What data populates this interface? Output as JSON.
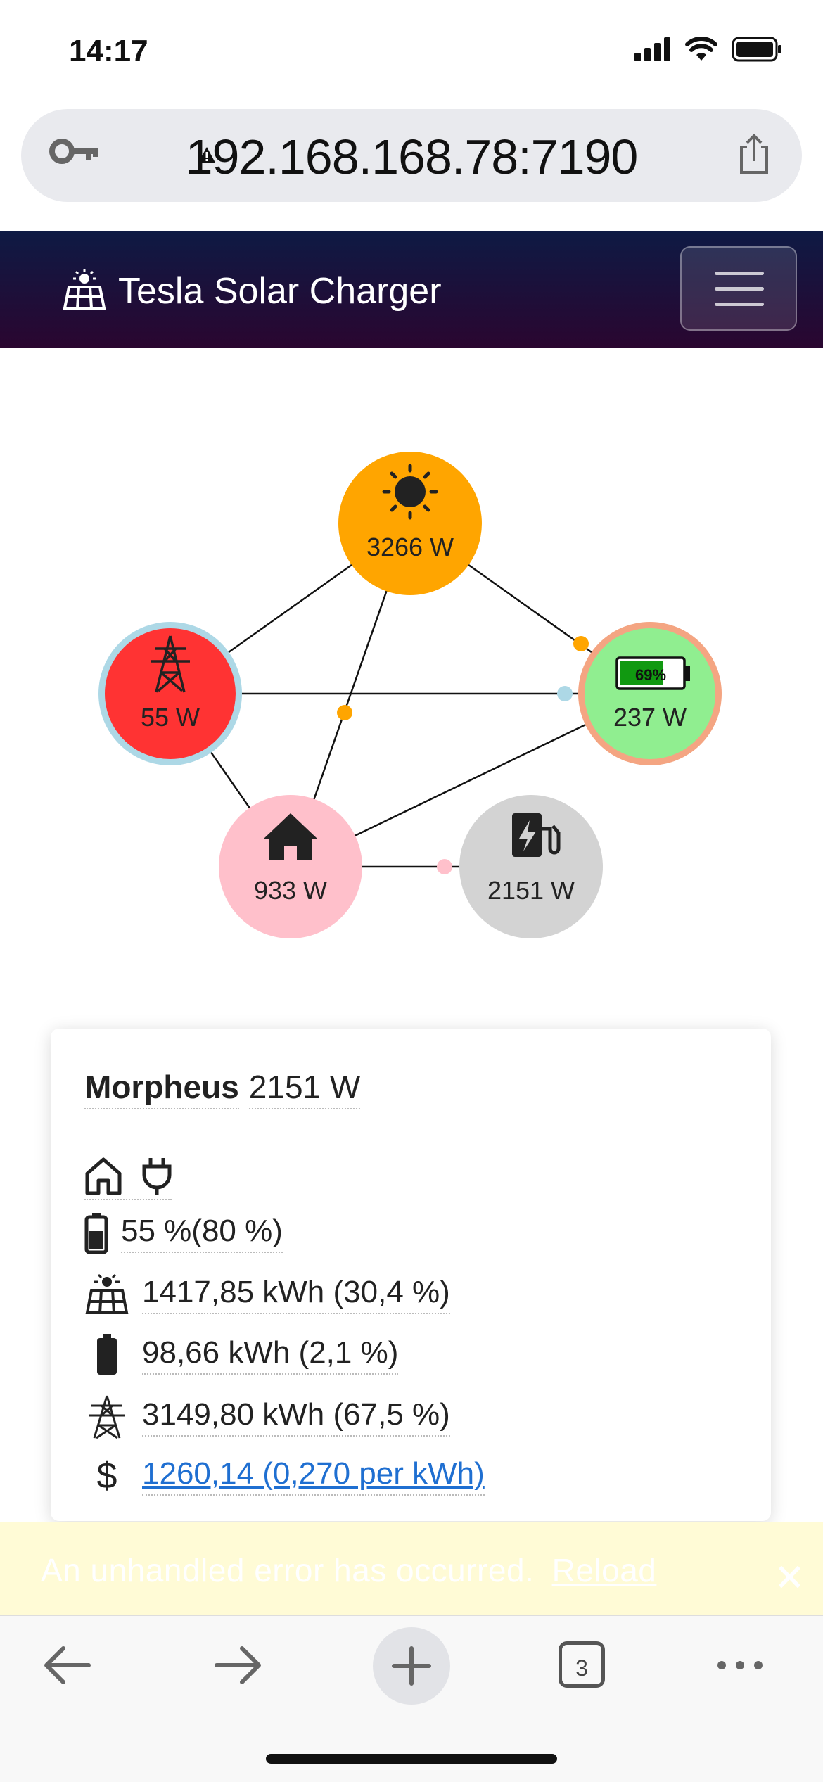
{
  "status_bar": {
    "time": "14:17"
  },
  "browser": {
    "url": "192.168.168.78:7190",
    "tab_count": "3"
  },
  "navbar": {
    "title": "Tesla Solar Charger"
  },
  "diagram": {
    "solar": {
      "label": "3266 W",
      "color": "#ffa500"
    },
    "grid": {
      "label": "55 W",
      "color": "#ff3333"
    },
    "battery": {
      "label": "237 W",
      "soc": "69%",
      "color": "#90ee90"
    },
    "home": {
      "label": "933 W",
      "color": "#ffc0cb"
    },
    "car": {
      "label": "2151 W",
      "color": "#d3d3d3"
    }
  },
  "card": {
    "car_name": "Morpheus",
    "car_power": "2151 W",
    "soc": "55 %(80 %)",
    "solar_energy": "1417,85 kWh (30,4 %)",
    "battery_energy": "98,66 kWh (2,1 %)",
    "grid_energy": "3149,80 kWh (67,5 %)",
    "cost": "1260,14 (0,270 per kWh)",
    "currency_symbol": "$"
  },
  "error": {
    "message": "An unhandled error has occurred.",
    "reload": "Reload",
    "close": "🗙"
  }
}
